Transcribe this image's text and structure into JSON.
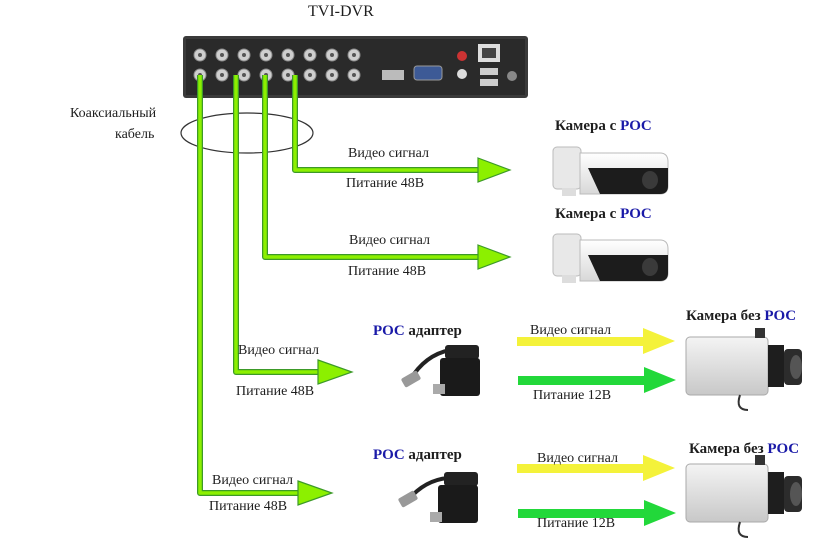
{
  "dvr": {
    "title": "TVI-DVR"
  },
  "cable": {
    "label_line1": "Коаксиальный",
    "label_line2": "кабель"
  },
  "labels": {
    "video": "Видео сигнал",
    "power48": "Питание 48В",
    "power12": "Питание 12В"
  },
  "camera_poc": {
    "prefix": "Камера с ",
    "poc": "POC"
  },
  "camera_no_poc": {
    "prefix": "Камера без ",
    "poc": "POC"
  },
  "adapter": {
    "poc": "POC",
    "suffix": " адаптер"
  },
  "colors": {
    "cable_green": "#8cf000",
    "cable_edge": "#3c9a28",
    "video_arrow": "#f4f23a",
    "power_arrow": "#22d83a",
    "poc_text": "#1a1aa8"
  },
  "icons": [
    "dvr-device",
    "bullet-camera",
    "box-camera",
    "poc-adapter"
  ]
}
